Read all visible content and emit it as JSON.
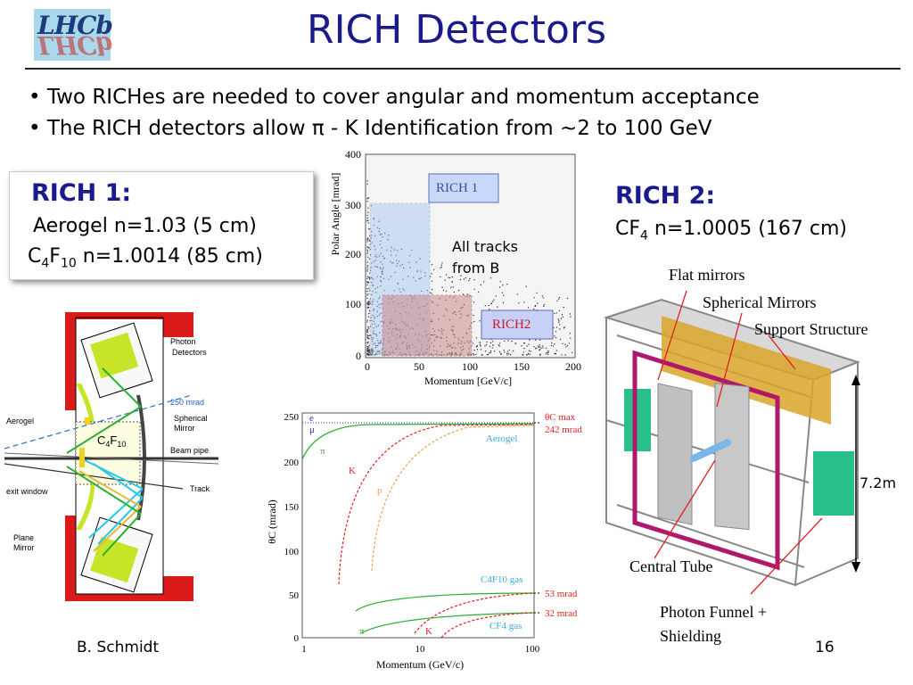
{
  "logo": {
    "text": "LHCb"
  },
  "title": "RICH  Detectors",
  "bullets": [
    "• Two RICHes are needed to cover angular and momentum acceptance",
    "• The RICH detectors allow π - K Identification from ~2 to 100 GeV"
  ],
  "rich1": {
    "heading": "RICH 1:",
    "line1": "Aerogel n=1.03 (5 cm)",
    "line2_a": "C",
    "line2_sub1": "4",
    "line2_b": "F",
    "line2_sub2": "10",
    "line2_c": " n=1.0014 (85 cm)"
  },
  "rich2": {
    "heading": "RICH 2:",
    "line1_a": "CF",
    "line1_sub": "4",
    "line1_b": " n=1.0005 (167 cm)"
  },
  "scatter": {
    "ylabel": "Polar Angle [mrad]",
    "xlabel": "Momentum [GeV/c]",
    "yticks": [
      "400",
      "300",
      "200",
      "100",
      "0"
    ],
    "xticks": [
      "0",
      "50",
      "100",
      "150",
      "200"
    ],
    "label_rich1": "RICH 1",
    "label_rich2": "RICH2",
    "annotation": "All tracks from B"
  },
  "rich1_diagram": {
    "labels": {
      "photon": "Photon Detectors",
      "mrad": "250 mrad",
      "spherical": "Spherical Mirror",
      "beampipe": "Beam pipe",
      "track": "Track",
      "aerogel": "Aerogel",
      "exit": "exit window",
      "plane": "Plane Mirror",
      "gas_a": "C",
      "gas_sub1": "4",
      "gas_b": "F",
      "gas_sub2": "10"
    }
  },
  "theta_plot": {
    "ylabel": "θC (mrad)",
    "xlabel": "Momentum (GeV/c)",
    "yticks": [
      "250",
      "200",
      "150",
      "100",
      "50",
      "0"
    ],
    "xticks": [
      "1",
      "10",
      "100"
    ],
    "labels": {
      "e": "e",
      "mu": "μ",
      "pi1": "π",
      "k1": "K",
      "p": "p",
      "thetamax": "θC max",
      "mrad242": "242 mrad",
      "aerogel": "Aerogel",
      "c4f10": "C4F10 gas",
      "mrad53": "53 mrad",
      "mrad32": "32 mrad",
      "cf4": "CF4 gas",
      "pi2": "π",
      "k2": "K"
    }
  },
  "rich2_diagram": {
    "labels": {
      "flat": "Flat mirrors",
      "spherical": "Spherical Mirrors",
      "support": "Support Structure",
      "height": "7.2m",
      "tube": "Central Tube",
      "funnel1": "Photon Funnel +",
      "funnel2": "Shielding"
    }
  },
  "footer": {
    "author": "B. Schmidt",
    "page": "16"
  },
  "colors": {
    "title": "#1a1a8c",
    "rich1_box": "#a8c8ee",
    "rich2_box": "#d9a0a8",
    "magenta": "#b0186b"
  }
}
